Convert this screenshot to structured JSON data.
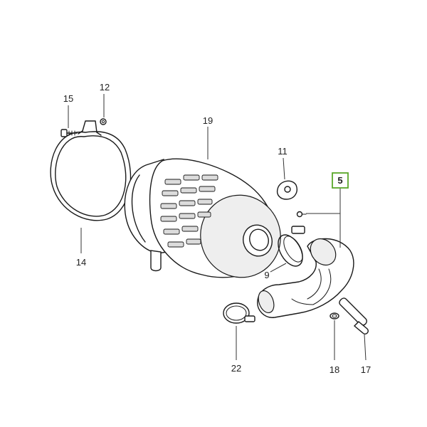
{
  "callouts": {
    "c12": "12",
    "c15": "15",
    "c19": "19",
    "c11": "11",
    "c5": "5",
    "c14": "14",
    "c9": "9",
    "c22": "22",
    "c18": "18",
    "c17": "17"
  },
  "highlight_color": "#5aa82a"
}
